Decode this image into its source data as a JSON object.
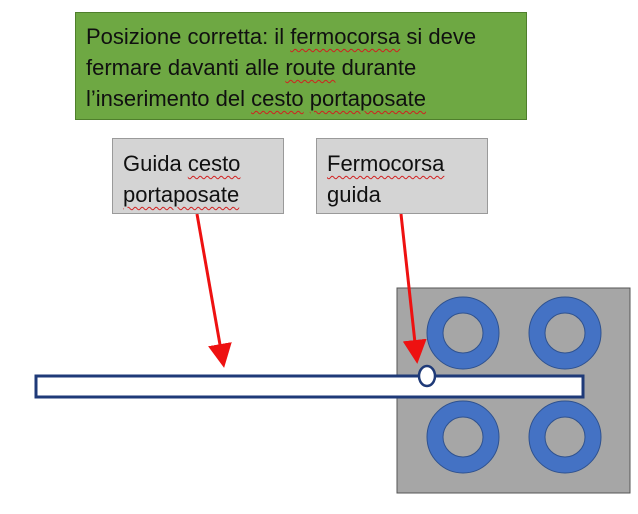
{
  "title_box": {
    "line1_part1": "Posizione corretta: il ",
    "line1_part2": "fermocorsa",
    "line1_part3": " si deve",
    "line2_part1": "fermare davanti alle ",
    "line2_part2": "route",
    "line2_part3": " durante",
    "line3_part1": "l’inserimento del ",
    "line3_part2": "cesto",
    "line3_part3": " ",
    "line3_part4": "portaposate"
  },
  "labels": {
    "guide": {
      "line1_part1": "Guida ",
      "line1_part2": "cesto",
      "line2": "portaposate"
    },
    "stop": {
      "line1": "Fermocorsa",
      "line2": "guida"
    }
  },
  "colors": {
    "title_bg": "#6ea843",
    "label_bg": "#d4d4d4",
    "arrow": "#ee1111",
    "rail_border": "#1f3a78",
    "panel": "#a6a6a6",
    "wheel": "#4472c4",
    "spellcheck": "#d21f1f"
  }
}
